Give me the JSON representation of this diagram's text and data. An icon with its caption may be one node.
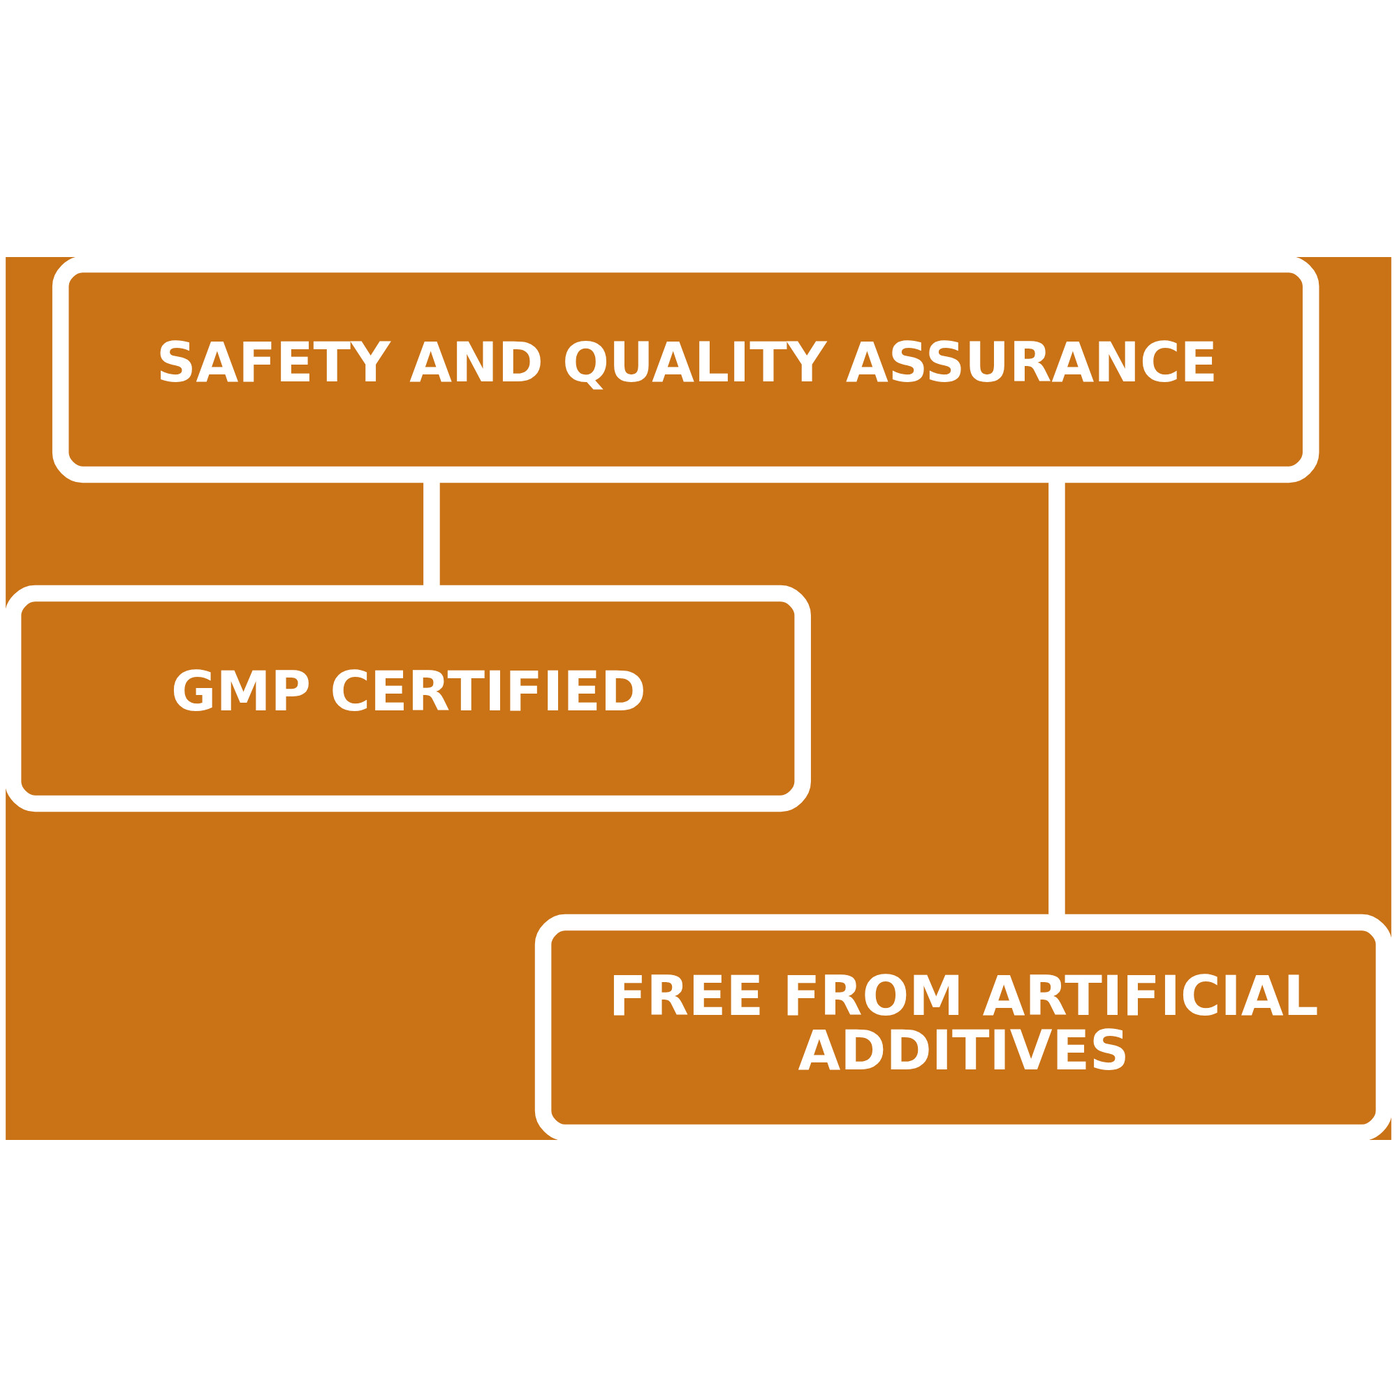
{
  "diagram": {
    "nodes": [
      {
        "text": [
          "SAFETY AND QUALITY ASSURANCE"
        ]
      },
      {
        "text": [
          "GMP CERTIFIED"
        ]
      },
      {
        "text": [
          "FREE FROM ARTIFICIAL ADDITIVES"
        ]
      }
    ],
    "edges": [
      {
        "from": 0,
        "to": 1,
        "arrow": "none"
      },
      {
        "from": 0,
        "to": 2,
        "arrow": "none"
      }
    ]
  }
}
